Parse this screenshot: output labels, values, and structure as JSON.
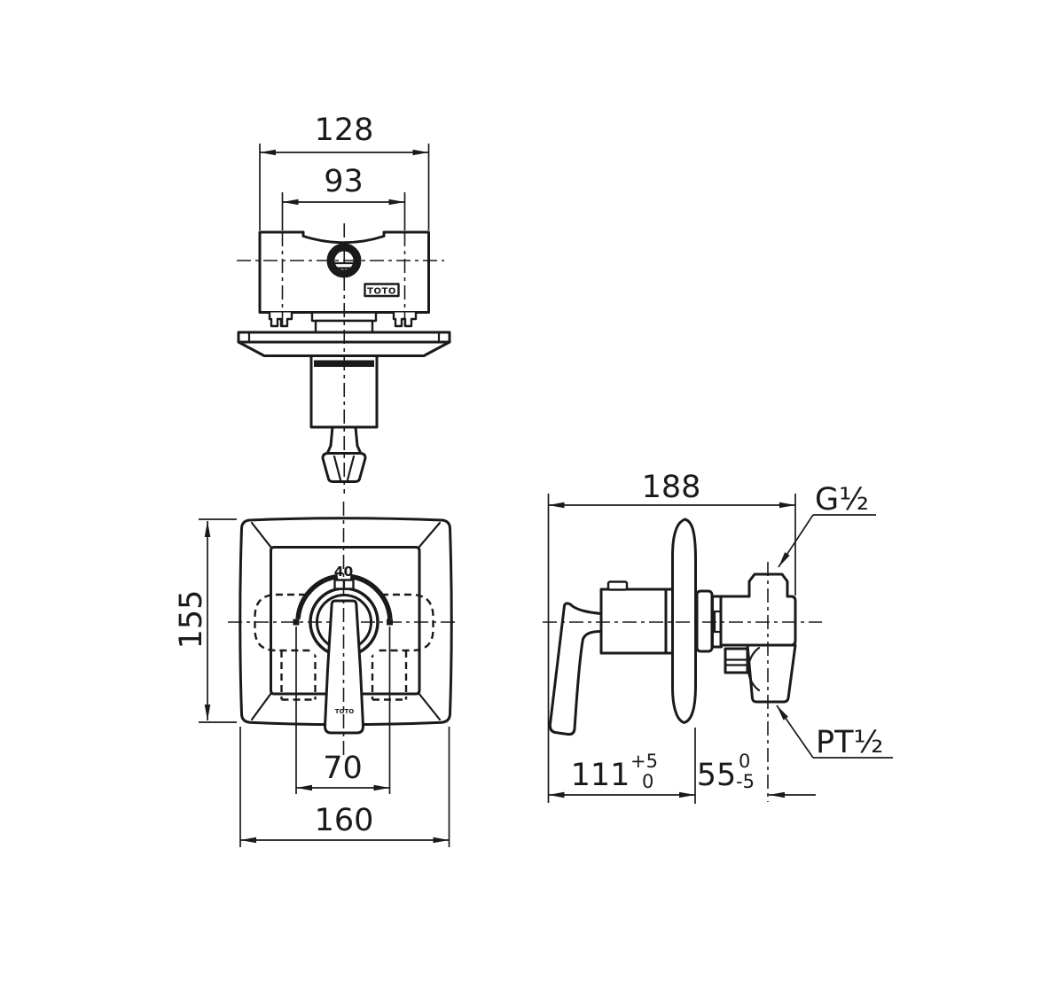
{
  "drawing": {
    "brand": "TOTO",
    "top_view": {
      "overall_width": "128",
      "cartridge_width": "93",
      "logo": "TOTO"
    },
    "front_view": {
      "plate_height": "155",
      "hole_spacing": "70",
      "plate_width": "160",
      "dial_label": "40",
      "handle_logo": "TOTO"
    },
    "side_view": {
      "total_depth": "188",
      "projection": "111",
      "projection_tol_upper": "+5",
      "projection_tol_lower": "0",
      "wall_offset": "55",
      "wall_offset_tol_upper": "0",
      "wall_offset_tol_lower": "-5",
      "top_port": "G½",
      "bottom_port": "PT½"
    }
  }
}
